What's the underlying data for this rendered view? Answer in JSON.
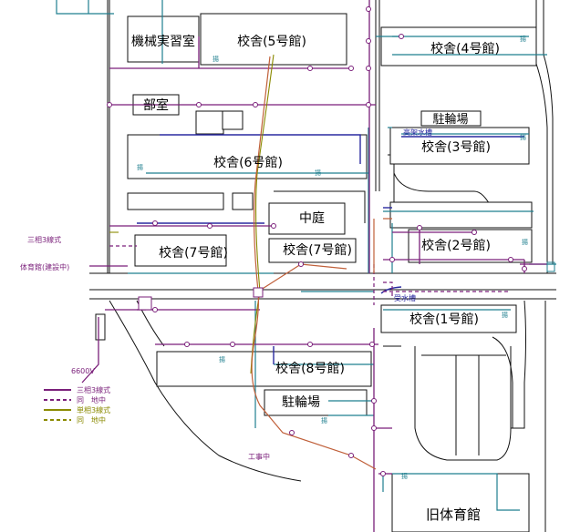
{
  "colors": {
    "three_phase": "#7a1f7a",
    "three_phase_underground": "#7a1f7a",
    "single_phase": "#8a8a00",
    "single_phase_underground": "#8a8a00",
    "comm_line": "#1f7f8f",
    "blue_line": "#2a2aa0",
    "orange_line": "#c0603a"
  },
  "buildings": {
    "machine_shop": "機械実習室",
    "school5": "校舎(5号館)",
    "school4": "校舎(4号館)",
    "clubroom": "部室",
    "bike_lot_1": "駐輪場",
    "school3": "校舎(3号館)",
    "school6": "校舎(6号館)",
    "courtyard": "中庭",
    "school2": "校舎(2号館)",
    "school7a": "校舎(7号館)",
    "school7b": "校舎(7号館)",
    "school1": "校舎(1号館)",
    "school8": "校舎(8号館)",
    "bike_lot_2": "駐輪場",
    "old_gym": "旧体育館"
  },
  "small_labels": {
    "tank1": "高架水槽",
    "tank2": "受水槽",
    "gym_construction": "体育館(建設中)",
    "three_phase_3wire": "三相3線式",
    "voltage": "6600V",
    "construction": "工事中",
    "meas": "揚"
  },
  "legend": [
    {
      "label": "三相3線式",
      "color_key": "three_phase",
      "style": "solid"
    },
    {
      "label": "同　地中",
      "color_key": "three_phase_underground",
      "style": "dash"
    },
    {
      "label": "単相3線式",
      "color_key": "single_phase",
      "style": "solid"
    },
    {
      "label": "同　地中",
      "color_key": "single_phase_underground",
      "style": "dash"
    }
  ]
}
